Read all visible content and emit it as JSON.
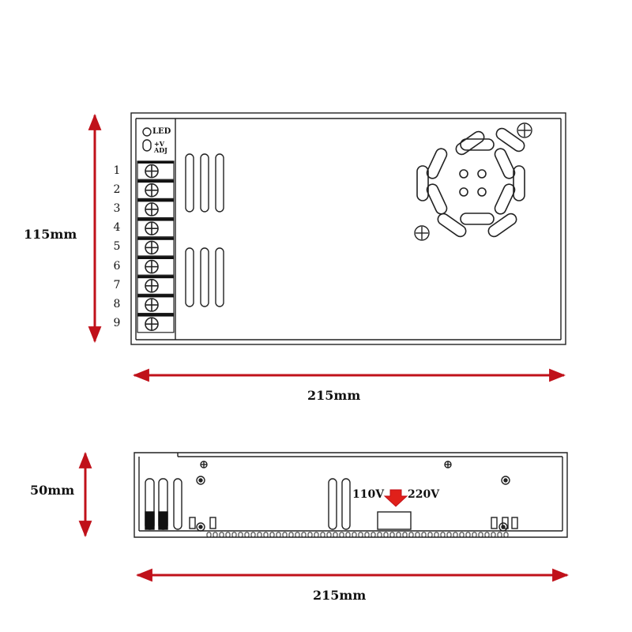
{
  "dimensions": {
    "top_height": "115mm",
    "top_width": "215mm",
    "side_height": "50mm",
    "side_width": "215mm"
  },
  "panel": {
    "led_label": "LED",
    "adj_line1": "+V",
    "adj_line2": "ADJ"
  },
  "terminals": [
    "1",
    "2",
    "3",
    "4",
    "5",
    "6",
    "7",
    "8",
    "9"
  ],
  "voltage_switch": {
    "left": "110V",
    "right": "220V"
  },
  "colors": {
    "dimension_arrow": "#c0111a",
    "switch_arrow": "#e0201a",
    "outline": "#222222"
  }
}
